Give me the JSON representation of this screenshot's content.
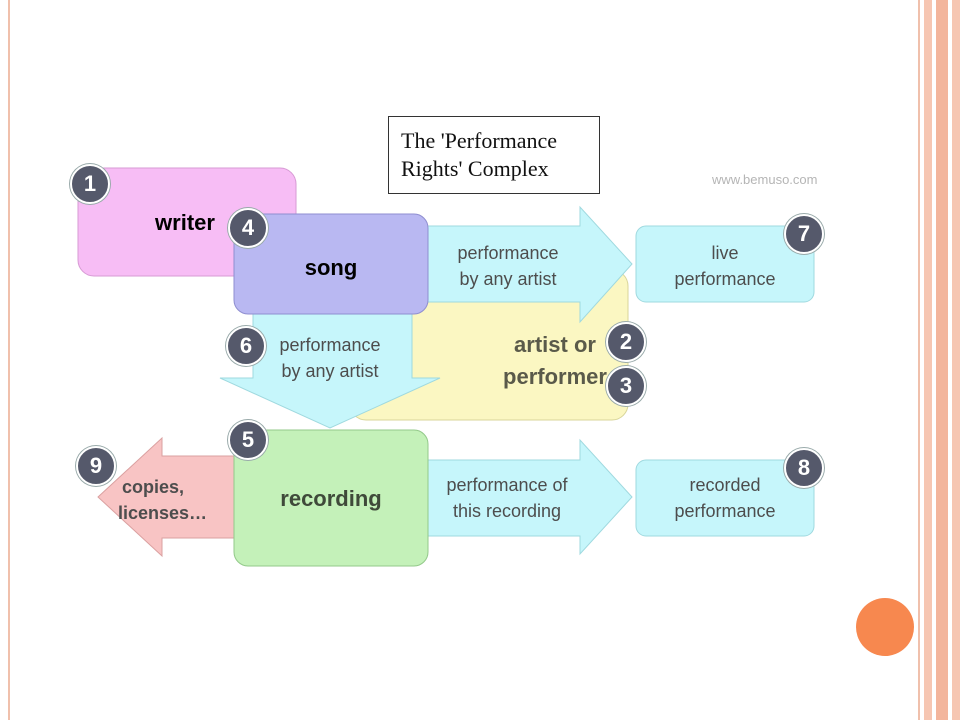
{
  "title": "The 'Performance Rights' Complex",
  "title_lines": [
    "The 'Performance",
    "Rights' Complex"
  ],
  "watermark": "www.bemuso.com",
  "nodes": {
    "writer": {
      "number": "1",
      "label": "writer"
    },
    "song": {
      "number": "4",
      "label": "song"
    },
    "artist": {
      "numbers": [
        "2",
        "3"
      ],
      "label_lines": [
        "artist or",
        "performer"
      ]
    },
    "live": {
      "number": "7",
      "label_lines": [
        "live",
        "performance"
      ]
    },
    "recording": {
      "number": "5",
      "label": "recording"
    },
    "recorded": {
      "number": "8",
      "label_lines": [
        "recorded",
        "performance"
      ]
    },
    "copies": {
      "number": "9",
      "label_lines": [
        "copies,",
        "licenses…"
      ]
    }
  },
  "arrows": {
    "song_to_live": {
      "label_lines": [
        "performance",
        "by any artist"
      ]
    },
    "song_to_recording": {
      "number": "6",
      "label_lines": [
        "performance",
        "by any artist"
      ]
    },
    "recording_to_recorded": {
      "label_lines": [
        "performance of",
        "this recording"
      ]
    }
  },
  "colors": {
    "writer": "#f7bdf5",
    "song": "#b9b8f2",
    "artist": "#fbf7c2",
    "live": "#c6f6fb",
    "recording": "#c4f1b9",
    "copies": "#f8c4c4",
    "arrow": "#c6f6fb",
    "badge": "#55596b",
    "accent": "#f7884f"
  }
}
